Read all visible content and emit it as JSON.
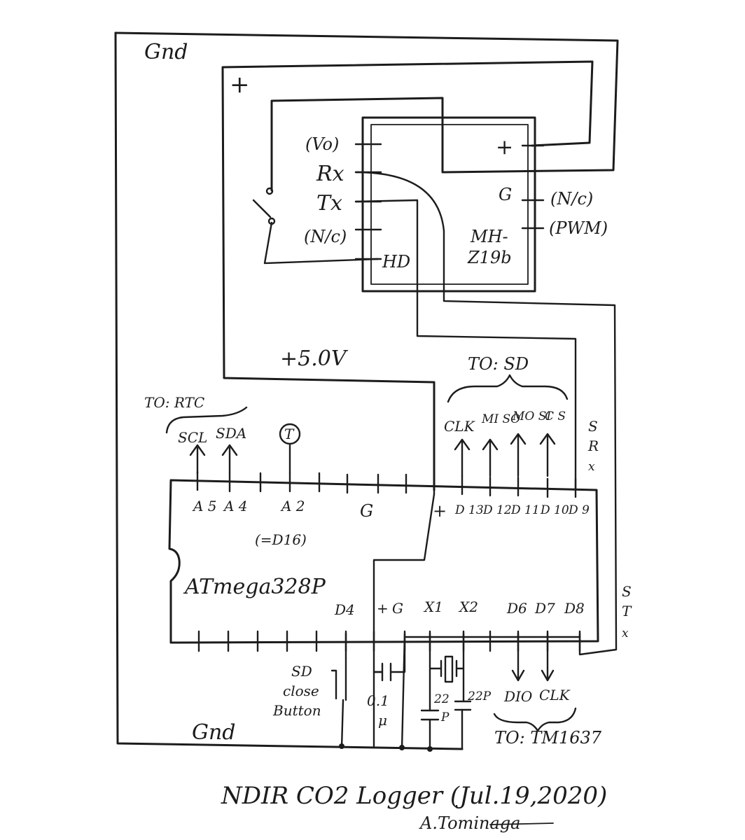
{
  "title": "NDIR CO2 Logger (Jul.19,2020)",
  "author": "A.Tominaga",
  "rails": {
    "gnd_top": "Gnd",
    "gnd_bottom": "Gnd",
    "plus_top": "+",
    "supply": "+5.0V"
  },
  "sensor": {
    "name_line1": "MH-",
    "name_line2": "Z19b",
    "left_pins": [
      "(Vo)",
      "Rx",
      "Tx",
      "(N/c)",
      "HD"
    ],
    "right_pins": [
      "+",
      "G",
      "(N/c)",
      "(PWM)"
    ]
  },
  "mcu": {
    "name": "ATmega328P",
    "top_pins": [
      "A 5",
      "A 4",
      "A 2",
      "G",
      "+",
      "D 13",
      "D 12",
      "D 11",
      "D 10",
      "D 9"
    ],
    "a2_note": "(=D16)",
    "bottom_pins": [
      "D4",
      "+",
      "G",
      "X1",
      "X2",
      "D6",
      "D7",
      "D8"
    ]
  },
  "rtc": {
    "label": "TO: RTC",
    "pins": [
      "SCL",
      "SDA"
    ],
    "t_mark": "T"
  },
  "sd": {
    "label": "TO: SD",
    "pins": [
      "CLK",
      "MI SO",
      "MO SI",
      "C S"
    ]
  },
  "serial": {
    "srx": [
      "S",
      "R",
      "x"
    ],
    "stx": [
      "S",
      "T",
      "x"
    ]
  },
  "tm1637": {
    "label": "TO: TM1637",
    "pins": [
      "DIO",
      "CLK"
    ]
  },
  "components": {
    "button_lines": [
      "SD",
      "close",
      "Button"
    ],
    "cap_lines": [
      "0.1",
      "μ"
    ],
    "cap22_left": [
      "22",
      "P"
    ],
    "cap22_right": "22P"
  }
}
